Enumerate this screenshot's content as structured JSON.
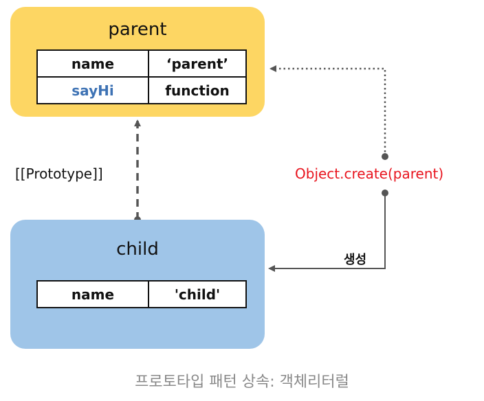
{
  "parent": {
    "title": "parent",
    "rows": [
      {
        "key": "name",
        "value": "‘parent’"
      },
      {
        "key": "sayHi",
        "value": "function"
      }
    ]
  },
  "child": {
    "title": "child",
    "rows": [
      {
        "key": "name",
        "value": "'child'"
      }
    ]
  },
  "labels": {
    "prototype": "[[Prototype]]",
    "create": "Object.create(parent)",
    "generate": "생성"
  },
  "caption": "프로토타입 패턴 상속: 객체리터럴",
  "colors": {
    "parent_bg": "#fdd663",
    "child_bg": "#9fc5e8",
    "method_text": "#3d72b4",
    "create_text": "#e8141e",
    "connector": "#555555"
  }
}
